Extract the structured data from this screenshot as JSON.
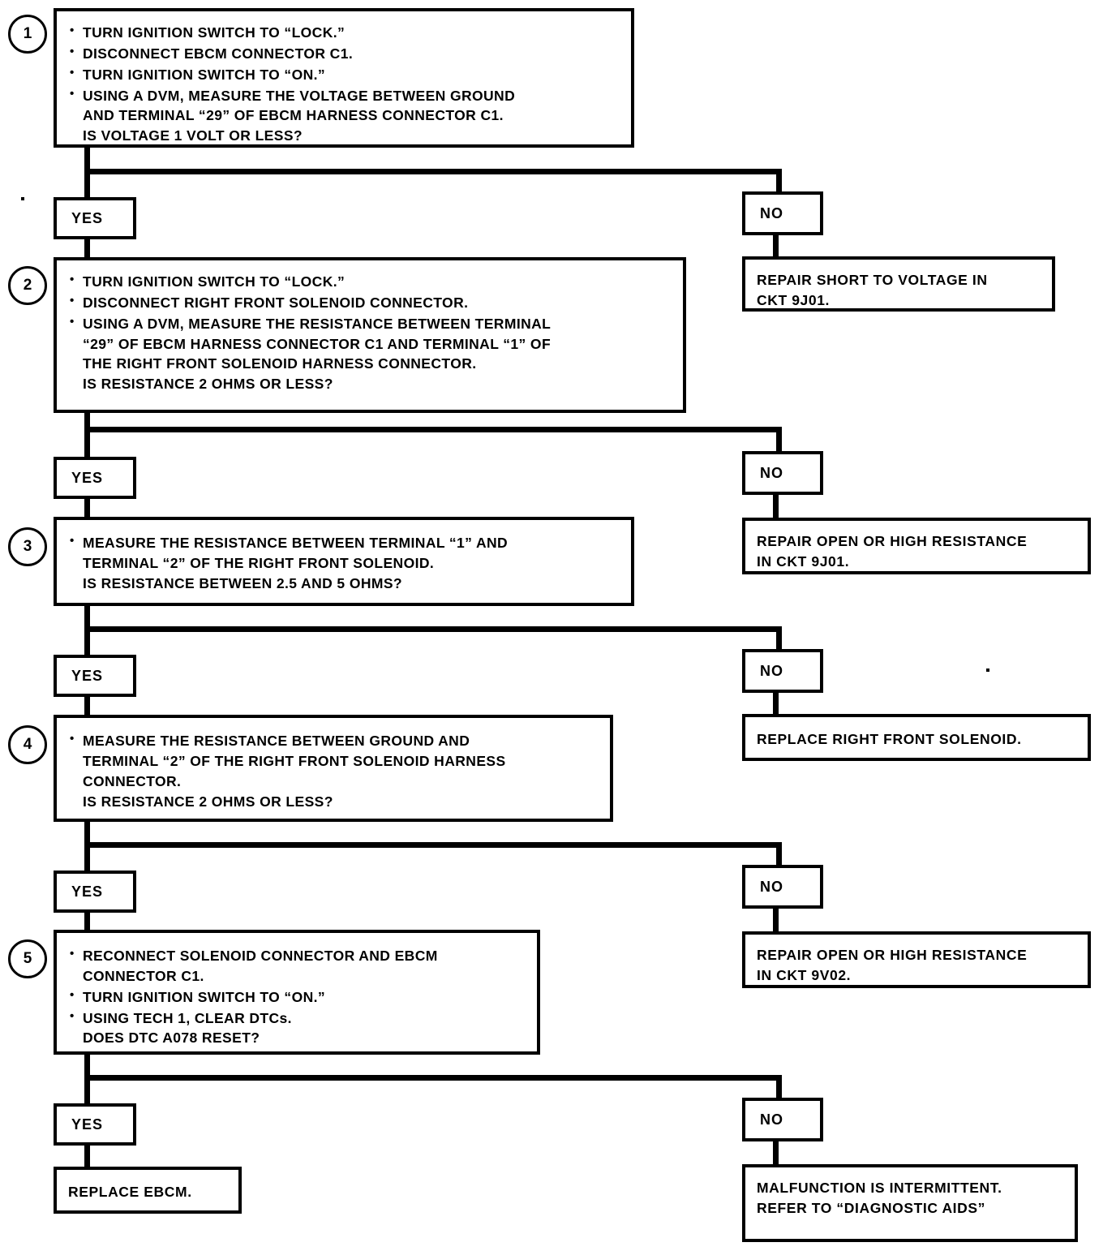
{
  "document": {
    "type": "automotive-diagnostic-flowchart",
    "dtc_code": "A078",
    "component": "RIGHT FRONT SOLENOID",
    "module": "EBCM"
  },
  "labels": {
    "yes": "YES",
    "no": "NO"
  },
  "steps": [
    {
      "number": "1",
      "lines": [
        {
          "bullet": true,
          "text": "TURN IGNITION SWITCH TO “LOCK.”"
        },
        {
          "bullet": true,
          "text": "DISCONNECT EBCM CONNECTOR C1."
        },
        {
          "bullet": true,
          "text": "TURN IGNITION SWITCH TO “ON.”"
        },
        {
          "bullet": true,
          "text": "USING A DVM, MEASURE THE VOLTAGE BETWEEN GROUND\nAND TERMINAL “29” OF EBCM HARNESS CONNECTOR C1.\nIS VOLTAGE 1 VOLT OR LESS?"
        }
      ]
    },
    {
      "number": "2",
      "lines": [
        {
          "bullet": true,
          "text": "TURN IGNITION SWITCH TO “LOCK.”"
        },
        {
          "bullet": true,
          "text": "DISCONNECT RIGHT FRONT SOLENOID CONNECTOR."
        },
        {
          "bullet": true,
          "text": "USING A DVM, MEASURE THE RESISTANCE BETWEEN TERMINAL\n“29” OF EBCM HARNESS CONNECTOR C1 AND TERMINAL “1” OF\nTHE RIGHT FRONT SOLENOID HARNESS CONNECTOR.\nIS RESISTANCE 2 OHMS OR LESS?"
        }
      ]
    },
    {
      "number": "3",
      "lines": [
        {
          "bullet": true,
          "text": "MEASURE THE RESISTANCE BETWEEN TERMINAL “1” AND\nTERMINAL “2” OF THE RIGHT FRONT SOLENOID.\nIS RESISTANCE BETWEEN 2.5 AND 5 OHMS?"
        }
      ]
    },
    {
      "number": "4",
      "lines": [
        {
          "bullet": true,
          "text": "MEASURE THE RESISTANCE BETWEEN GROUND AND\nTERMINAL “2” OF THE RIGHT FRONT SOLENOID HARNESS\nCONNECTOR.\nIS RESISTANCE 2 OHMS OR LESS?"
        }
      ]
    },
    {
      "number": "5",
      "lines": [
        {
          "bullet": true,
          "text": "RECONNECT SOLENOID CONNECTOR AND EBCM\nCONNECTOR C1."
        },
        {
          "bullet": true,
          "text": "TURN IGNITION SWITCH TO “ON.”"
        },
        {
          "bullet": true,
          "text": "USING TECH 1, CLEAR DTCs.\nDOES DTC A078 RESET?"
        }
      ]
    }
  ],
  "results": {
    "no_1": "REPAIR SHORT TO VOLTAGE IN\nCKT 9J01.",
    "no_2": "REPAIR OPEN OR HIGH RESISTANCE\nIN CKT 9J01.",
    "no_3": "REPLACE RIGHT FRONT SOLENOID.",
    "no_4": "REPAIR OPEN OR HIGH RESISTANCE\nIN CKT 9V02.",
    "no_5": "MALFUNCTION IS INTERMITTENT.\nREFER TO “DIAGNOSTIC AIDS”",
    "yes_final": "REPLACE EBCM."
  }
}
